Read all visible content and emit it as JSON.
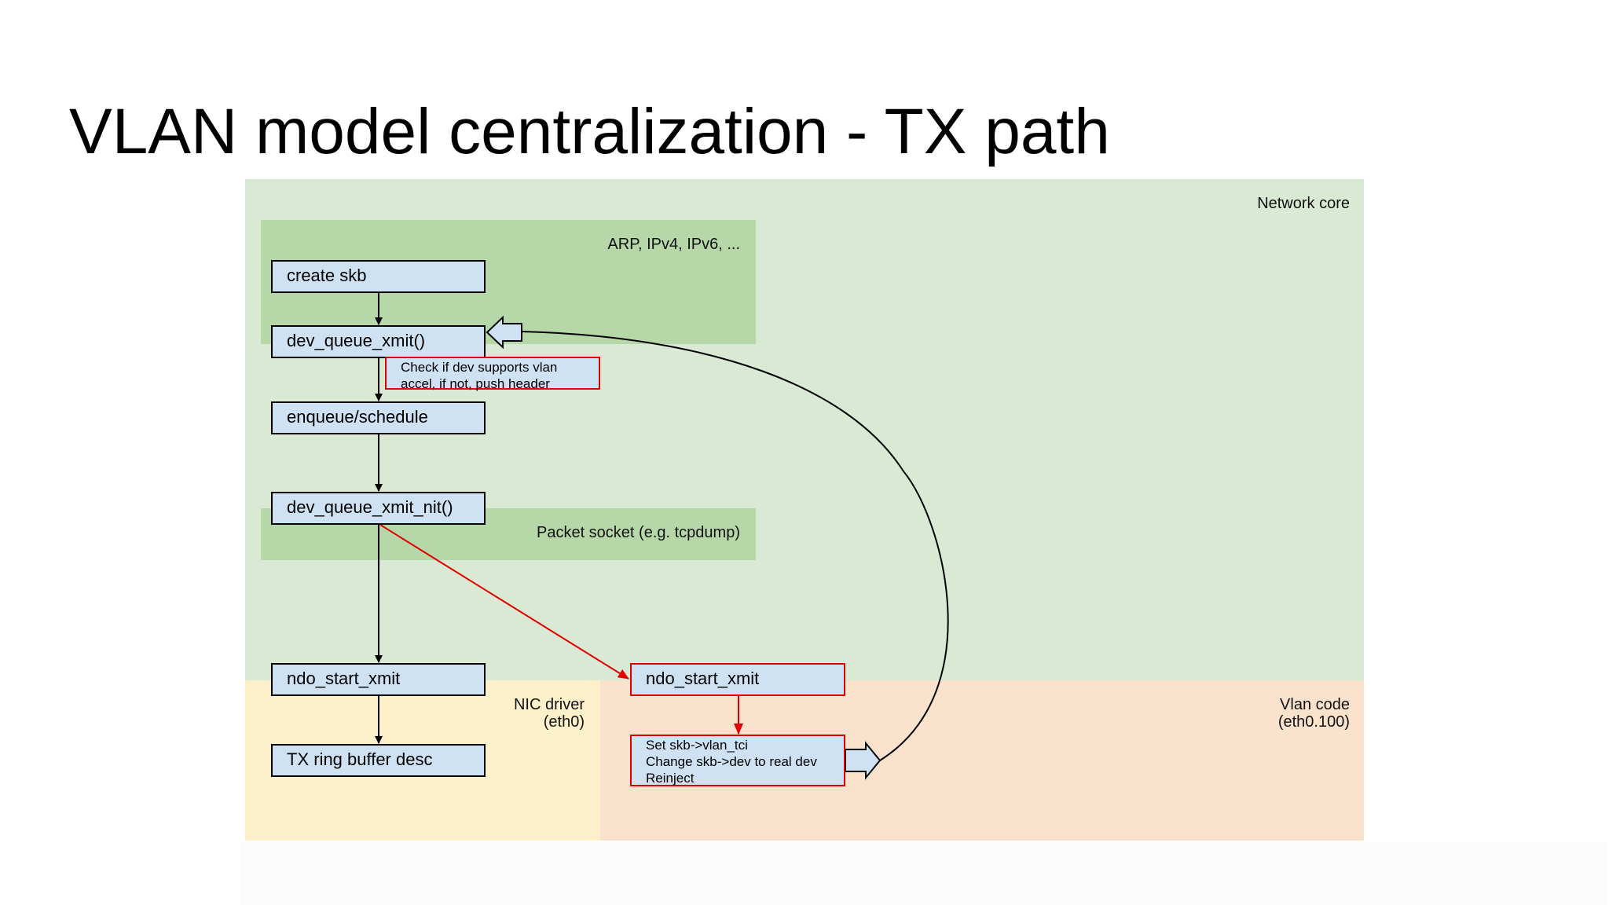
{
  "title": "VLAN model centralization - TX path",
  "regions": {
    "network_core": "Network core",
    "protocols": "ARP, IPv4, IPv6, ...",
    "packet_socket": "Packet socket (e.g. tcpdump)",
    "nic_driver": [
      "NIC driver",
      "(eth0)"
    ],
    "vlan_code": [
      "Vlan code",
      "(eth0.100)"
    ]
  },
  "boxes": {
    "create_skb": "create skb",
    "dev_queue_xmit": "dev_queue_xmit()",
    "enqueue_schedule": "enqueue/schedule",
    "dev_queue_xmit_nit": "dev_queue_xmit_nit()",
    "ndo_start_xmit_nic": "ndo_start_xmit",
    "tx_ring_buffer": "TX ring buffer desc",
    "ndo_start_xmit_vlan": "ndo_start_xmit"
  },
  "notes": {
    "vlan_accel_check": [
      "Check if dev supports vlan",
      "accel, if not, push header"
    ],
    "vlan_actions": [
      "Set skb->vlan_tci",
      "Change skb->dev to real dev",
      "Reinject"
    ]
  },
  "colors": {
    "network_core": "#d9e9d4",
    "protocol_layer": "#b6d7a8",
    "nic_driver": "#fff0cc",
    "vlan_code": "#fbe2cd",
    "box_fill": "#cfe2f3",
    "highlight": "#e00000"
  }
}
